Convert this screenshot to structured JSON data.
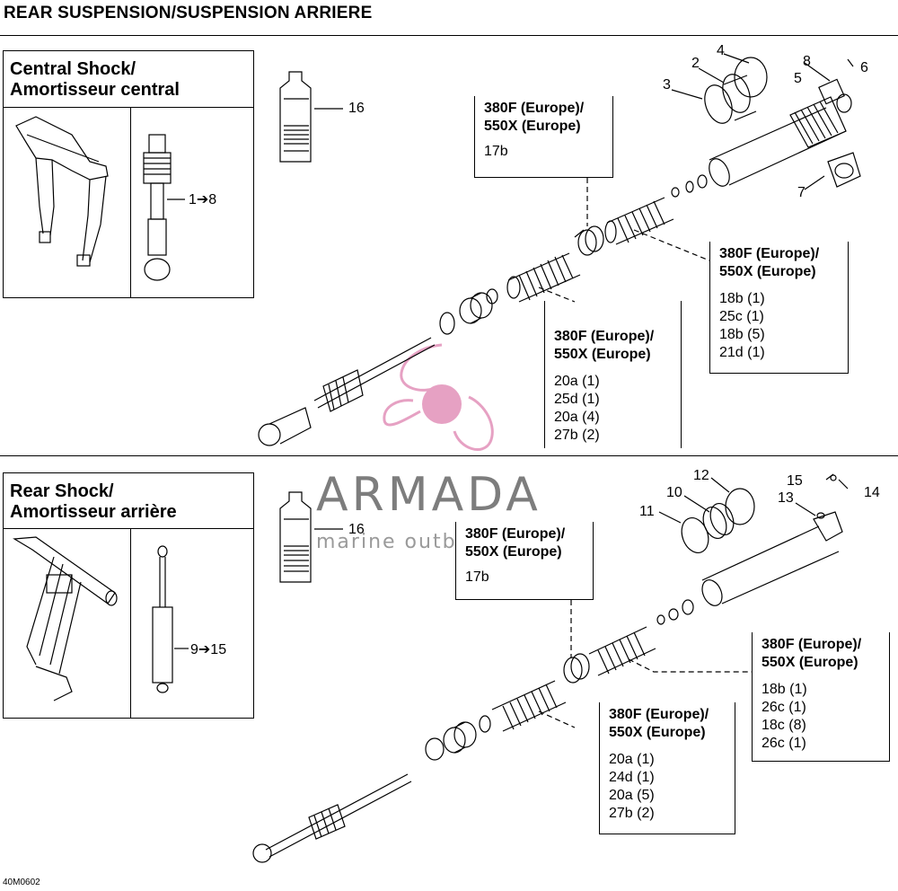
{
  "page_title": "REAR SUSPENSION/SUSPENSION ARRIERE",
  "drawing_code": "40M0602",
  "watermark": {
    "name": "ARMADA",
    "tagline": "marine outboards",
    "logo_color": "#e6a1c3"
  },
  "central": {
    "title_line1": "Central Shock/",
    "title_line2": "Amortisseur central",
    "range_label": "1➔8",
    "callouts": [
      {
        "head1": "380F (Europe)/",
        "head2": "550X (Europe)",
        "rows": [
          "17b"
        ]
      },
      {
        "head1": "380F (Europe)/",
        "head2": "550X (Europe)",
        "rows": [
          "18b (1)",
          "25c (1)",
          "18b (5)",
          "21d (1)"
        ]
      },
      {
        "head1": "380F (Europe)/",
        "head2": "550X (Europe)",
        "rows": [
          "20a (1)",
          "25d (1)",
          "20a (4)",
          "27b (2)"
        ]
      }
    ],
    "parts": [
      "2",
      "3",
      "4",
      "5",
      "6",
      "7",
      "8",
      "16"
    ]
  },
  "rear": {
    "title_line1": "Rear Shock/",
    "title_line2": "Amortisseur arrière",
    "range_label": "9➔15",
    "callouts": [
      {
        "head1": "380F (Europe)/",
        "head2": "550X (Europe)",
        "rows": [
          "17b"
        ]
      },
      {
        "head1": "380F (Europe)/",
        "head2": "550X (Europe)",
        "rows": [
          "18b (1)",
          "26c (1)",
          "18c (8)",
          "26c (1)"
        ]
      },
      {
        "head1": "380F (Europe)/",
        "head2": "550X (Europe)",
        "rows": [
          "20a (1)",
          "24d (1)",
          "20a (5)",
          "27b (2)"
        ]
      }
    ],
    "parts": [
      "10",
      "11",
      "12",
      "13",
      "14",
      "15",
      "16"
    ]
  }
}
